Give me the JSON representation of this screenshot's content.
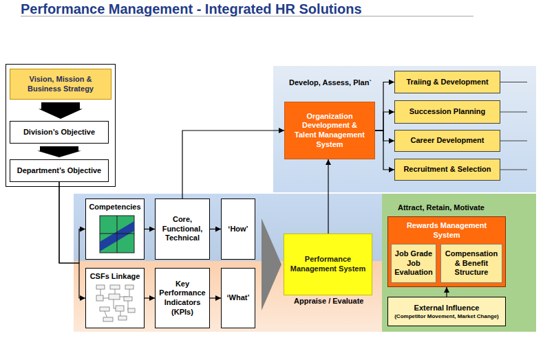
{
  "diagram": {
    "title": "Performance Management - Integrated HR Solutions",
    "nodes": [
      {
        "text": [
          "Vision, Mission & Business Strategy"
        ]
      },
      {
        "text": [
          "Division’s Objective"
        ]
      },
      {
        "text": [
          "Department’s Objective"
        ]
      },
      {
        "text": [
          "Develop, Assess, Plan`"
        ]
      },
      {
        "text": [
          "Organization Development & Talent Management System"
        ],
        "in": 3
      },
      {
        "text": [
          "Traiing & Development"
        ],
        "in": 3
      },
      {
        "text": [
          "Succession Planning"
        ],
        "in": 3
      },
      {
        "text": [
          "Career Development"
        ],
        "in": 3
      },
      {
        "text": [
          "Recruitment & Selection"
        ],
        "in": 3
      },
      {
        "text": [
          "Competencies"
        ]
      },
      {
        "text": [
          "Core, Functional, Technical"
        ]
      },
      {
        "text": [
          "‘How’"
        ]
      },
      {
        "text": [
          "CSFs Linkage"
        ]
      },
      {
        "text": [
          "Key Performance Indicators (KPIs)"
        ]
      },
      {
        "text": [
          "‘What’"
        ]
      },
      {
        "text": [
          "Performance Management System"
        ]
      },
      {
        "text": [
          "Attract, Retain, Motivate"
        ]
      },
      {
        "text": [
          "Rewards Management System"
        ],
        "in": 16
      },
      {
        "text": [
          "Job Grade Job Evaluation"
        ],
        "in": 17
      },
      {
        "text": [
          "Compensation & Benefit Structure"
        ],
        "in": 17
      },
      {
        "text": [
          "External Influence",
          "(Competitor Movement, Market Change)"
        ],
        "in": 16
      }
    ],
    "edges": [
      {
        "from": 0,
        "to": 1,
        "arrow": "to"
      },
      {
        "from": 1,
        "to": 2,
        "arrow": "to"
      },
      {
        "from": 2,
        "to": 9,
        "arrow": "to"
      },
      {
        "from": 2,
        "to": 12,
        "arrow": "to"
      },
      {
        "from": 9,
        "to": 10,
        "arrow": "to"
      },
      {
        "from": 10,
        "to": 11,
        "arrow": "to"
      },
      {
        "from": 12,
        "to": 13,
        "arrow": "to"
      },
      {
        "from": 13,
        "to": 14,
        "arrow": "to"
      },
      {
        "from": 10,
        "to": 4,
        "arrow": "to"
      },
      {
        "from": 15,
        "to": 4,
        "arrow": "to"
      },
      {
        "from": 4,
        "to": 5,
        "arrow": "to"
      },
      {
        "from": 4,
        "to": 6,
        "arrow": "to"
      },
      {
        "from": 4,
        "to": 7,
        "arrow": "to"
      },
      {
        "from": 4,
        "to": 8,
        "arrow": "to"
      },
      {
        "from": 20,
        "to": 17,
        "arrow": "to"
      }
    ],
    "labels": [
      "Appraise / Evaluate"
    ]
  }
}
